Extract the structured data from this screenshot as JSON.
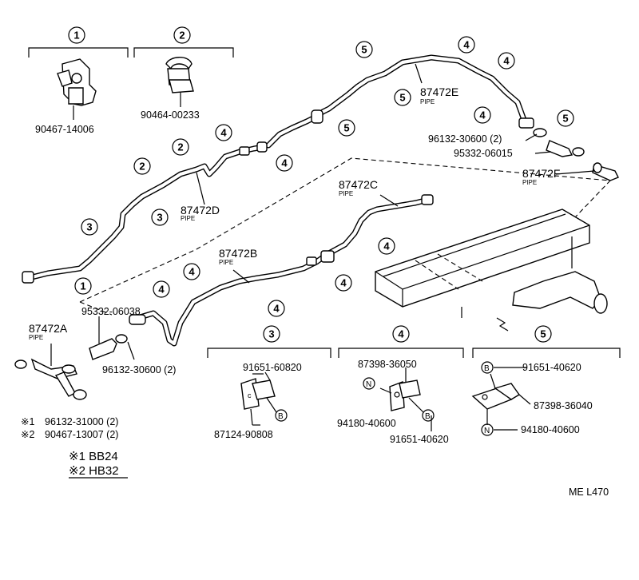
{
  "callouts": [
    "1",
    "2",
    "3",
    "4",
    "5"
  ],
  "pipes": {
    "a": {
      "label": "87472A",
      "sub": "PIPE"
    },
    "b": {
      "label": "87472B",
      "sub": "PIPE"
    },
    "c": {
      "label": "87472C",
      "sub": "PIPE"
    },
    "d": {
      "label": "87472D",
      "sub": "PIPE"
    },
    "e": {
      "label": "87472E",
      "sub": "PIPE"
    },
    "f": {
      "label": "87472F",
      "sub": "PIPE"
    }
  },
  "parts": {
    "p1": "90467-14006",
    "p2": "90464-00233",
    "hose_clamp_upper": "96132-30600 (2)",
    "hose_upper": "95332-06015",
    "hose_lower": "95332-06038",
    "hose_clamp_lower": "96132-30600 (2)",
    "note1": "96132-31000 (2)",
    "note2": "90467-13007 (2)",
    "g3_bolt": "91651-60820",
    "g3_clamp": "87124-90808",
    "g4_clamp": "87398-36050",
    "g4_nut": "94180-40600",
    "g4_bolt": "91651-40620",
    "g5_bolt": "91651-40620",
    "g5_clamp": "87398-36040",
    "g5_nut": "94180-40600"
  },
  "marks": {
    "note1": "※1",
    "note2": "※2",
    "legend1": "※1 BB24",
    "legend2": "※2 HB32",
    "bolt_letter": "B",
    "nut_letter": "N"
  },
  "diagram_code": "ME L470"
}
